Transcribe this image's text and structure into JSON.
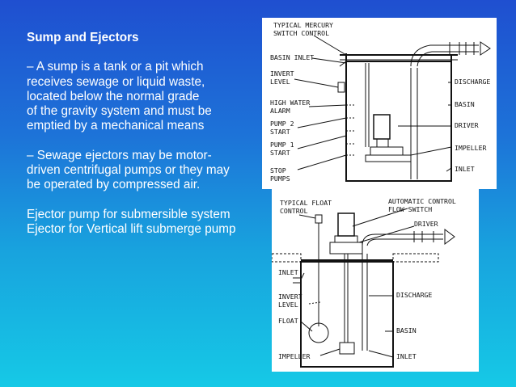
{
  "slide": {
    "title": "Sump and Ejectors",
    "paragraph1": [
      "– A sump is a tank or a pit which",
      "receives sewage or liquid waste,",
      "located below the normal grade",
      "of the gravity system and must be",
      "emptied by a mechanical means"
    ],
    "paragraph2": [
      "– Sewage ejectors may be motor-",
      "driven centrifugal pumps or they may",
      "be operated by compressed air."
    ],
    "paragraph3": [
      "Ejector pump for submersible system",
      "Ejector for Vertical lift submerge pump"
    ]
  },
  "diagram_top": {
    "labels": {
      "mercury_1": "TYPICAL MERCURY",
      "mercury_2": "SWITCH CONTROL",
      "basin_inlet": "BASIN INLET",
      "invert_1": "INVERT",
      "invert_2": "LEVEL",
      "alarm_1": "HIGH WATER",
      "alarm_2": "ALARM",
      "pump2_1": "PUMP 2",
      "pump2_2": "START",
      "pump1_1": "PUMP 1",
      "pump1_2": "START",
      "stop_1": "STOP",
      "stop_2": "PUMPS",
      "discharge": "DISCHARGE",
      "basin": "BASIN",
      "driver": "DRIVER",
      "impeller": "IMPELLER",
      "inlet": "INLET"
    }
  },
  "diagram_bottom": {
    "labels": {
      "float_1": "TYPICAL FLOAT",
      "float_2": "CONTROL",
      "auto_1": "AUTOMATIC CONTROL",
      "auto_2": "FLOW SWITCH",
      "driver": "DRIVER",
      "inlet": "INLET",
      "invert_1": "INVERT",
      "invert_2": "LEVEL",
      "float": "FLOAT",
      "impeller": "IMPELLER",
      "discharge": "DISCHARGE",
      "basin": "BASIN",
      "inlet2": "INLET"
    }
  }
}
